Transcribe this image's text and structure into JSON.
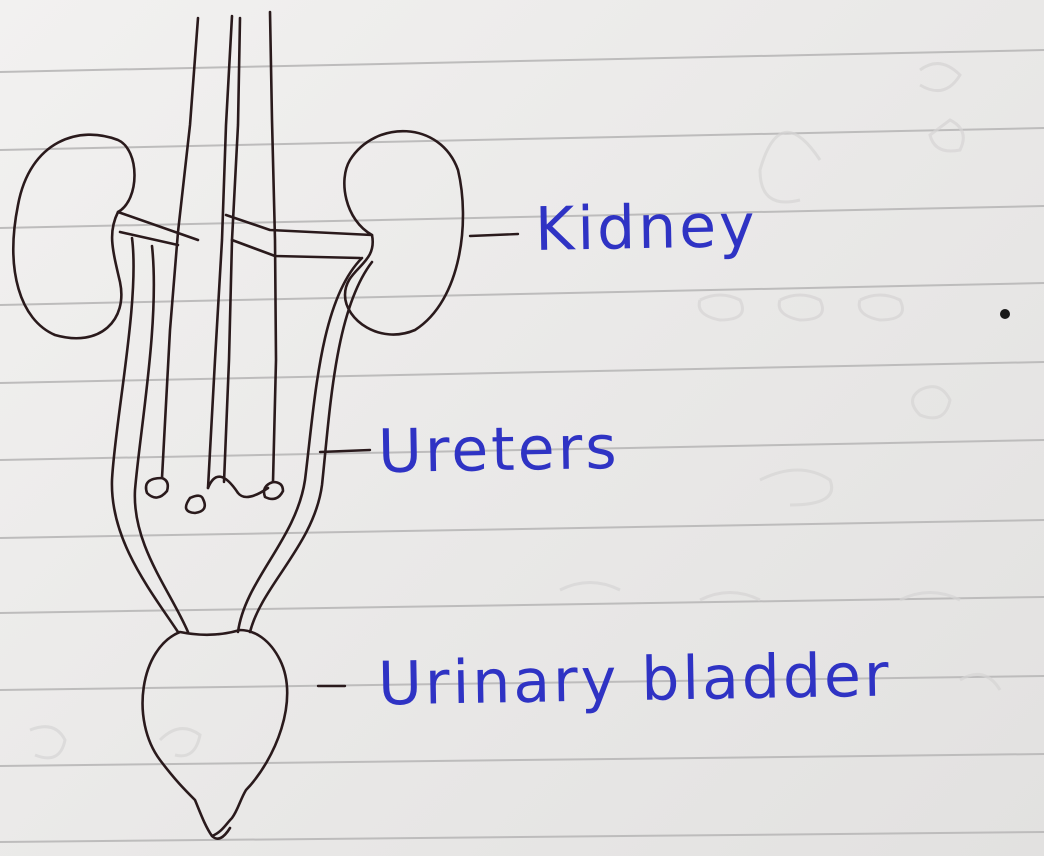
{
  "labels": {
    "kidney": "Kidney",
    "ureters": "Ureters",
    "bladder": "Urinary bladder"
  },
  "colors": {
    "paper": "#ecebea",
    "ruled_line": "#bdbcbc",
    "pencil": "#2a1a1c",
    "ink": "#2f33c4"
  }
}
